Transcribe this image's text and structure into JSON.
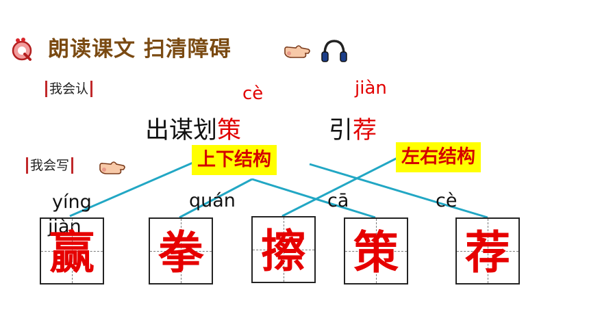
{
  "header": {
    "title": "朗读课文  扫清障碍",
    "icons": [
      "q-badge-icon",
      "pointing-hand-icon",
      "headphone-icon"
    ]
  },
  "recognize": {
    "label": "我会认",
    "group1": {
      "prefix": "出谋划",
      "highlight": "策",
      "pinyin": "cè"
    },
    "group2": {
      "prefix": "引",
      "highlight": "荐",
      "pinyin": "jiàn"
    }
  },
  "write": {
    "label": "我会写"
  },
  "structures": {
    "top_bottom": "上下结构",
    "left_right": "左右结构"
  },
  "characters": [
    {
      "char": "赢",
      "pinyin": "yíng"
    },
    {
      "char": "拳",
      "pinyin": "quán"
    },
    {
      "char": "擦",
      "pinyin": "cā"
    },
    {
      "char": "策",
      "pinyin": "cè"
    },
    {
      "char": "荐",
      "pinyin": "jiàn"
    }
  ],
  "colors": {
    "title": "#7a4a12",
    "highlight": "#e10000",
    "label_bg": "#ffff00",
    "line": "#22a7c4"
  }
}
